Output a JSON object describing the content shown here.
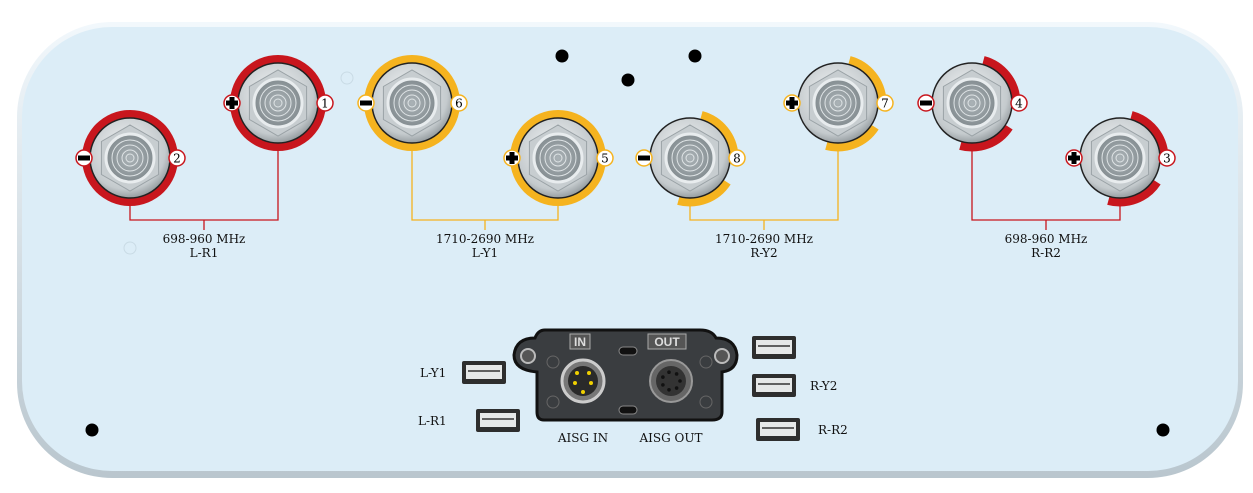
{
  "colors": {
    "panel": "#dcedf7",
    "red": "#c8161d",
    "yellow": "#f5b31f",
    "plate": "#3a3d40"
  },
  "connectors": [
    {
      "number": "1",
      "polarity": "+",
      "band": "red"
    },
    {
      "number": "2",
      "polarity": "-",
      "band": "red"
    },
    {
      "number": "6",
      "polarity": "-",
      "band": "yellow"
    },
    {
      "number": "5",
      "polarity": "+",
      "band": "yellow"
    },
    {
      "number": "8",
      "polarity": "-",
      "band": "yellow"
    },
    {
      "number": "7",
      "polarity": "+",
      "band": "yellow"
    },
    {
      "number": "4",
      "polarity": "-",
      "band": "red"
    },
    {
      "number": "3",
      "polarity": "+",
      "band": "red"
    }
  ],
  "groups": [
    {
      "freq": "698-960 MHz",
      "name": "L-R1"
    },
    {
      "freq": "1710-2690 MHz",
      "name": "L-Y1"
    },
    {
      "freq": "1710-2690 MHz",
      "name": "R-Y2"
    },
    {
      "freq": "698-960 MHz",
      "name": "R-R2"
    }
  ],
  "aisg": {
    "in_tag": "IN",
    "out_tag": "OUT",
    "in_label": "AISG IN",
    "out_label": "AISG OUT"
  },
  "ports": {
    "l_y1": "L-Y1",
    "l_r1": "L-R1",
    "r_y2": "R-Y2",
    "r_r2": "R-R2"
  }
}
